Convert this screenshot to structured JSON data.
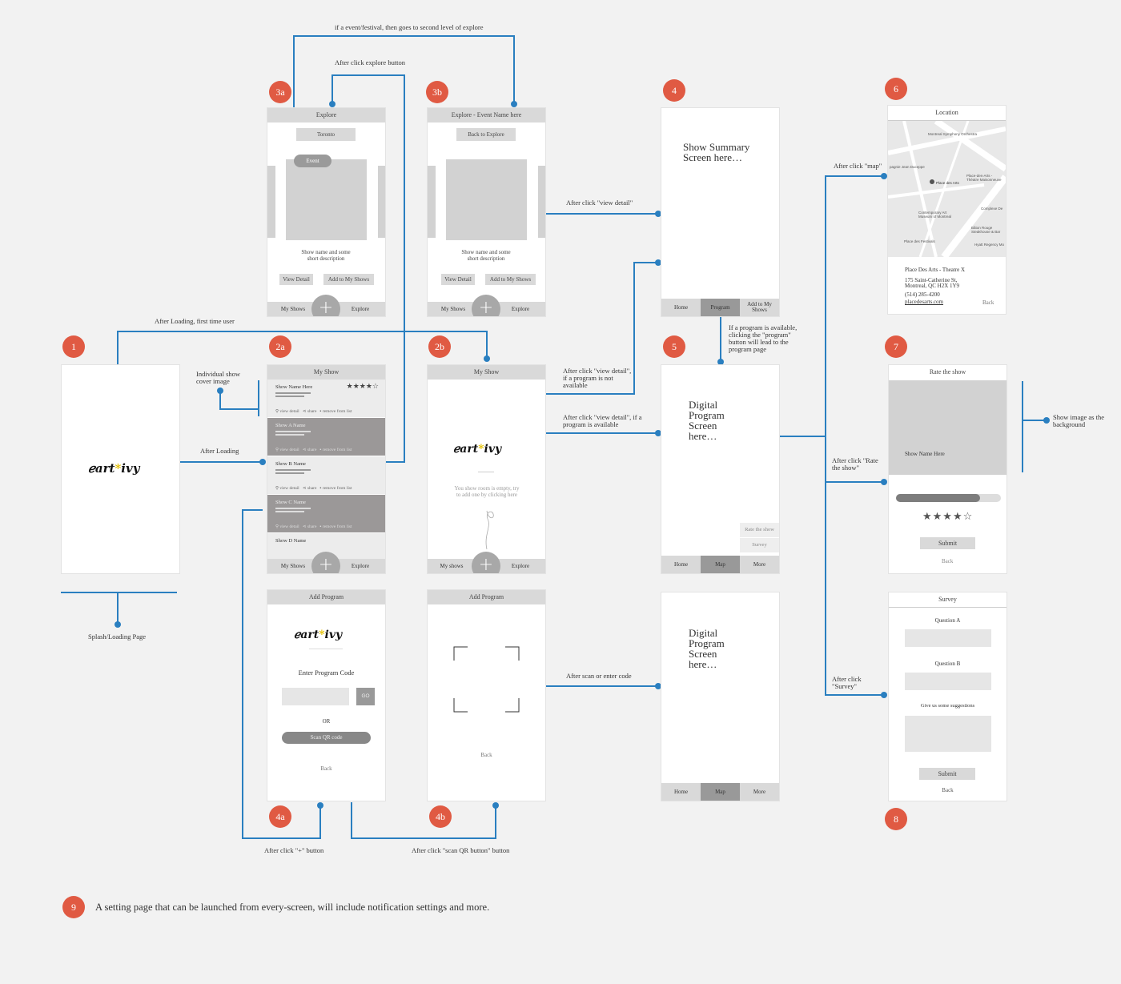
{
  "logo": {
    "pre": "ℯart",
    "dot": "*",
    "post": "ivy"
  },
  "badges": [
    "1",
    "2a",
    "2b",
    "3a",
    "3b",
    "4",
    "4a",
    "4b",
    "5",
    "6",
    "7",
    "8",
    "9"
  ],
  "connector_labels": {
    "first_time": "After Loading, first time user",
    "after_loading": "After Loading",
    "explore_btn": "After click explore button",
    "event_festival": "if a event/festival, then goes to second level of explore",
    "view_detail_3b": "After click \"view detail\"",
    "view_detail_not_available": "After click \"view detail\", if a program is not available",
    "view_detail_available": "After click \"view detail\", if a program is available",
    "program_available": "If a program is available, clicking the \"program\" button will lead to the program page",
    "scan_enter": "After scan or enter code",
    "plus_btn": "After click \"+\" button",
    "scan_qr_btn": "After click \"scan QR button\" button",
    "click_map": "After click \"map\"",
    "rate_show": "After click \"Rate the show\"",
    "survey": "After click \"Survey\"",
    "show_image_bg": "Show image as the background",
    "cover_image": "Individual show cover image",
    "splash": "Splash/Loading Page"
  },
  "s3a": {
    "title": "Explore",
    "city": "Toronto",
    "event": "Event",
    "desc": "Show name and some short description",
    "view_detail": "View Detail",
    "add": "Add to My Shows",
    "nav_left": "My Shows",
    "nav_right": "Explore"
  },
  "s3b": {
    "title": "Explore - Event Name here",
    "back": "Back to Explore",
    "desc": "Show name and some short description",
    "view_detail": "View Detail",
    "add": "Add to My Shows",
    "nav_left": "My Shows",
    "nav_right": "Explore"
  },
  "s4": {
    "text": "Show Summary Screen here…",
    "nav": [
      "Home",
      "Program",
      "Add to My Shows"
    ]
  },
  "s6": {
    "title": "Location",
    "venue": "Place Des Arts - Theatre X",
    "addr1": "175 Saint-Catherine St,",
    "addr2": "Montreal, QC H2X 1Y9",
    "phone": "(514) 285-4200",
    "web": "placedesarts.com",
    "back": "Back",
    "map_labels": [
      "Montreal Symphony Orchestra",
      "pagnie Jean Duceppe",
      "Place des Arts",
      "Place-des-Arts - Théatre Maisonneuve",
      "Complexe De",
      "Contemporary Art Museum of Montreal",
      "Place des Festivals",
      "Bâton Rouge Steakhouse & Bar",
      "Hyatt Regency Mo"
    ]
  },
  "s2a": {
    "title": "My Show",
    "rows": [
      {
        "name": "Show Name Here",
        "stars": "★★★★☆"
      },
      {
        "name": "Show A Name"
      },
      {
        "name": "Show B Name"
      },
      {
        "name": "Show C Name"
      },
      {
        "name": "Show D Name"
      }
    ],
    "act_view": "view detail",
    "act_share": "share",
    "act_remove": "remove from list",
    "nav_left": "My Shows",
    "nav_right": "Explore"
  },
  "s2b": {
    "title": "My Show",
    "empty": "You show room is empty, try to add one by clicking here",
    "nav_left": "My shows",
    "nav_right": "Explore"
  },
  "s5": {
    "text": "Digital Program Screen here…",
    "rate": "Rate the show",
    "survey": "Survey",
    "nav": [
      "Home",
      "Map",
      "More"
    ]
  },
  "s7": {
    "title": "Rate the show",
    "show_name": "Show Name Here",
    "stars": "★★★★☆",
    "submit": "Submit",
    "back": "Back",
    "progress": 0.8
  },
  "s4a": {
    "title": "Add Program",
    "enter": "Enter Program Code",
    "go": "GO",
    "or": "OR",
    "scan": "Scan QR code",
    "back": "Back"
  },
  "s4b": {
    "title": "Add Program",
    "back": "Back"
  },
  "s5b": {
    "text": "Digital Program Screen here…",
    "nav": [
      "Home",
      "Map",
      "More"
    ]
  },
  "s8": {
    "title": "Survey",
    "qa": "Question A",
    "qb": "Question B",
    "suggest": "Give us some suggestions",
    "submit": "Submit",
    "back": "Back"
  },
  "footer": "A setting page that can be launched from every-screen, will include notification settings and more.",
  "colors": {
    "connector": "#2a7fc0",
    "badge": "#e05a43",
    "bg": "#f2f2f2"
  }
}
